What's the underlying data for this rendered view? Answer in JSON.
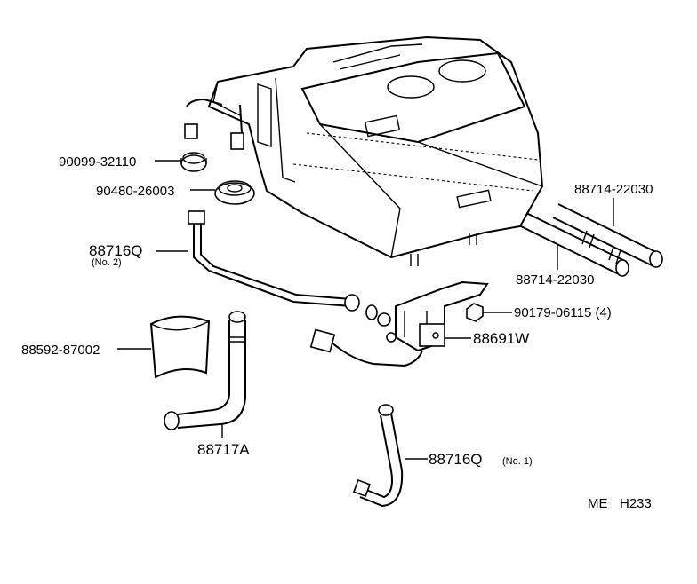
{
  "labels": {
    "p90099": "90099-32110",
    "p90480": "90480-26003",
    "p88716_no2": "88716Q",
    "p88716_no2_sub": "(No. 2)",
    "p88592": "88592-87002",
    "p88717": "88717A",
    "p88714_top": "88714-22030",
    "p88714_bottom": "88714-22030",
    "p90179": "90179-06115 (4)",
    "p88691": "88691W",
    "p88716_no1": "88716Q",
    "p88716_no1_sub": "(No. 1)",
    "code_me": "ME",
    "code_h": "H233"
  }
}
